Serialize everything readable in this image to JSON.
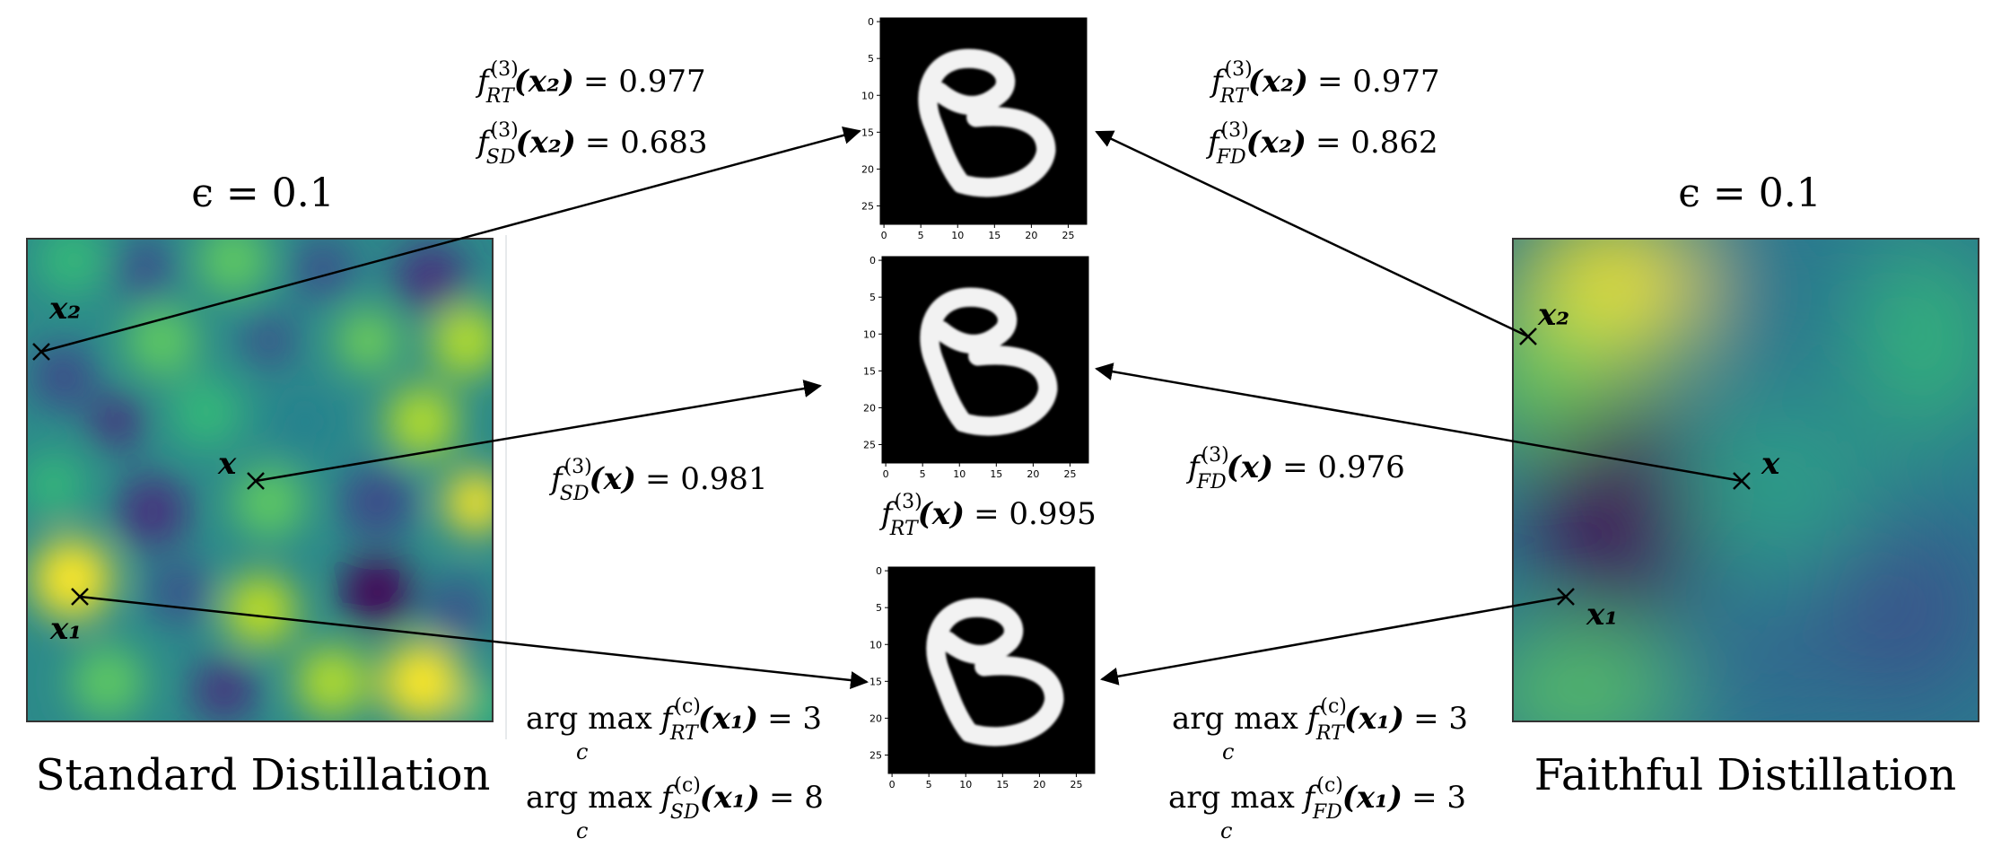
{
  "left_panel": {
    "epsilon": "ϵ = 0.1",
    "caption": "Standard Distillation",
    "points": {
      "x2": "x₂",
      "x": "x",
      "x1": "x₁"
    }
  },
  "right_panel": {
    "epsilon": "ϵ = 0.1",
    "caption": "Faithful Distillation",
    "points": {
      "x2": "x₂",
      "x": "x",
      "x1": "x₁"
    }
  },
  "annotations": {
    "left_top_rt": {
      "fn": "f",
      "sup": "(3)",
      "sub": "RT",
      "arg": "(x₂)",
      "value": "= 0.977"
    },
    "left_top_sd": {
      "fn": "f",
      "sup": "(3)",
      "sub": "SD",
      "arg": "(x₂)",
      "value": "= 0.683"
    },
    "right_top_rt": {
      "fn": "f",
      "sup": "(3)",
      "sub": "RT",
      "arg": "(x₂)",
      "value": "= 0.977"
    },
    "right_top_fd": {
      "fn": "f",
      "sup": "(3)",
      "sub": "FD",
      "arg": "(x₂)",
      "value": "= 0.862"
    },
    "left_mid_sd": {
      "fn": "f",
      "sup": "(3)",
      "sub": "SD",
      "arg": "(x)",
      "value": "= 0.981"
    },
    "right_mid_fd": {
      "fn": "f",
      "sup": "(3)",
      "sub": "FD",
      "arg": "(x)",
      "value": "= 0.976"
    },
    "center_mid_rt": {
      "fn": "f",
      "sup": "(3)",
      "sub": "RT",
      "arg": "(x)",
      "value": "= 0.995"
    },
    "left_bot_rt": {
      "op": "arg max",
      "under": "c",
      "fn": "f",
      "sup": "(c)",
      "sub": "RT",
      "arg": "(x₁)",
      "value": "= 3"
    },
    "left_bot_sd": {
      "op": "arg max",
      "under": "c",
      "fn": "f",
      "sup": "(c)",
      "sub": "SD",
      "arg": "(x₁)",
      "value": "= 8"
    },
    "right_bot_rt": {
      "op": "arg max",
      "under": "c",
      "fn": "f",
      "sup": "(c)",
      "sub": "RT",
      "arg": "(x₁)",
      "value": "= 3"
    },
    "right_bot_fd": {
      "op": "arg max",
      "under": "c",
      "fn": "f",
      "sup": "(c)",
      "sub": "FD",
      "arg": "(x₁)",
      "value": "= 3"
    }
  },
  "digit_images": {
    "x_ticks": [
      "0",
      "5",
      "10",
      "15",
      "20",
      "25"
    ],
    "y_ticks": [
      "0",
      "5",
      "10",
      "15",
      "20",
      "25"
    ]
  },
  "colors": {
    "viridis_dark": "#440154",
    "viridis_mid": "#21918c",
    "viridis_light": "#fde725",
    "arrow": "#000000"
  }
}
